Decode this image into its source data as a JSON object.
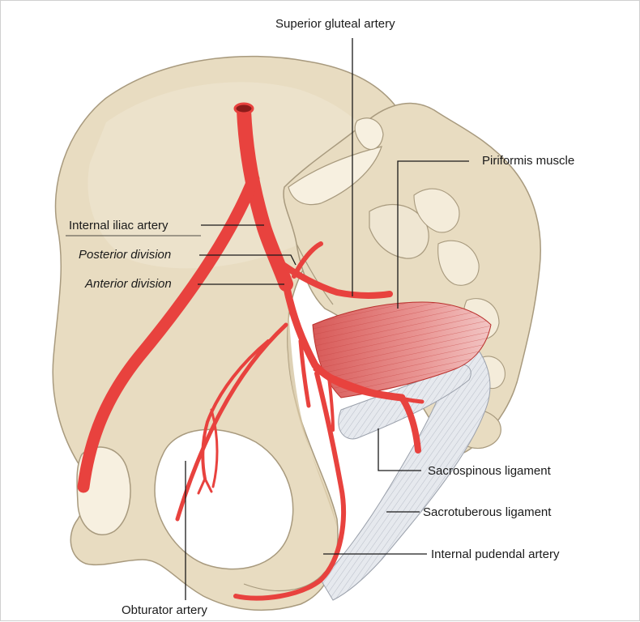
{
  "labels": {
    "superior_gluteal_artery": "Superior gluteal artery",
    "piriformis_muscle": "Piriformis muscle",
    "internal_iliac_artery": "Internal iliac artery",
    "posterior_division": "Posterior division",
    "anterior_division": "Anterior division",
    "sacrospinous_ligament": "Sacrospinous ligament",
    "sacrotuberous_ligament": "Sacrotuberous ligament",
    "internal_pudendal_artery": "Internal pudendal artery",
    "obturator_artery": "Obturator artery"
  },
  "colors": {
    "bone_fill": "#e8dcc1",
    "bone_shadow": "#d6c6a2",
    "bone_outline": "#a89a7e",
    "bone_highlight": "#f7f0e0",
    "artery": "#e8423e",
    "artery_dark": "#b9302c",
    "muscle": "#e47d7b",
    "ligament": "#e4e7ec",
    "leader_line": "#1a1a1a"
  }
}
